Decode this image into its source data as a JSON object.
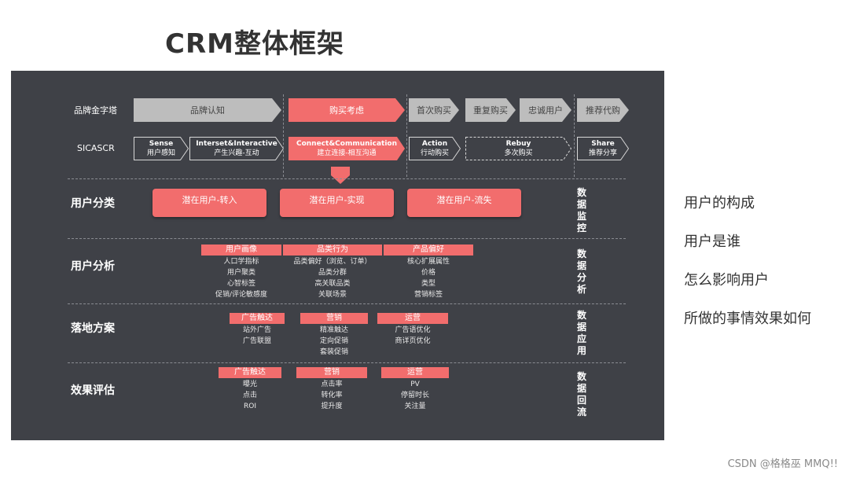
{
  "title": "CRM整体框架",
  "rows": {
    "pyramid_label": "品牌金字塔",
    "sicascr_label": "SICASCR"
  },
  "pyramid": [
    {
      "label": "品牌认知"
    },
    {
      "label": "购买考虑"
    },
    {
      "label": "首次购买"
    },
    {
      "label": "重复购买"
    },
    {
      "label": "忠诚用户"
    },
    {
      "label": "推荐代购"
    }
  ],
  "sicascr": [
    {
      "en": "Sense",
      "cn": "用户感知"
    },
    {
      "en": "Interset&Interactive",
      "cn": "产生兴趣-互动"
    },
    {
      "en": "Connect&Communication",
      "cn": "建立连接-相互沟通"
    },
    {
      "en": "Action",
      "cn": "行动购买"
    },
    {
      "en": "Rebuy",
      "cn": "多次购买"
    },
    {
      "en": "Share",
      "cn": "推荐分享"
    }
  ],
  "sections": {
    "classification": {
      "label": "用户分类",
      "side": "数据监控",
      "boxes": [
        "潜在用户-转入",
        "潜在用户-实现",
        "潜在用户-流失"
      ]
    },
    "analysis": {
      "label": "用户分析",
      "side": "数据分析",
      "columns": [
        {
          "header": "用户画像",
          "items": [
            "人口学指标",
            "用户聚类",
            "心智标签",
            "促销/评论敏感度"
          ]
        },
        {
          "header": "品类行为",
          "items": [
            "品类偏好（浏览、订单）",
            "品类分群",
            "高关联品类",
            "关联场景"
          ]
        },
        {
          "header": "产品偏好",
          "items": [
            "核心扩展属性",
            "价格",
            "类型",
            "营销标签"
          ]
        }
      ]
    },
    "landing": {
      "label": "落地方案",
      "side": "数据应用",
      "columns": [
        {
          "header": "广告触达",
          "items": [
            "站外广告",
            "广告联盟"
          ]
        },
        {
          "header": "营销",
          "items": [
            "精准触达",
            "定向促销",
            "套装促销"
          ]
        },
        {
          "header": "运营",
          "items": [
            "广告语优化",
            "商详页优化"
          ]
        }
      ]
    },
    "evaluation": {
      "label": "效果评估",
      "side": "数据回流",
      "columns": [
        {
          "header": "广告触达",
          "items": [
            "曝光",
            "点击",
            "ROI"
          ]
        },
        {
          "header": "营销",
          "items": [
            "点击率",
            "转化率",
            "提升度"
          ]
        },
        {
          "header": "运营",
          "items": [
            "PV",
            "停留时长",
            "关注量"
          ]
        }
      ]
    }
  },
  "right_notes": [
    "用户的构成",
    "用户是谁",
    "怎么影响用户",
    "所做的事情效果如何"
  ],
  "watermark": "CSDN @格格巫 MMQ!!",
  "colors": {
    "panel": "#3f4147",
    "accent": "#f26d6d",
    "grey_arrow": "#bdbdbd"
  }
}
